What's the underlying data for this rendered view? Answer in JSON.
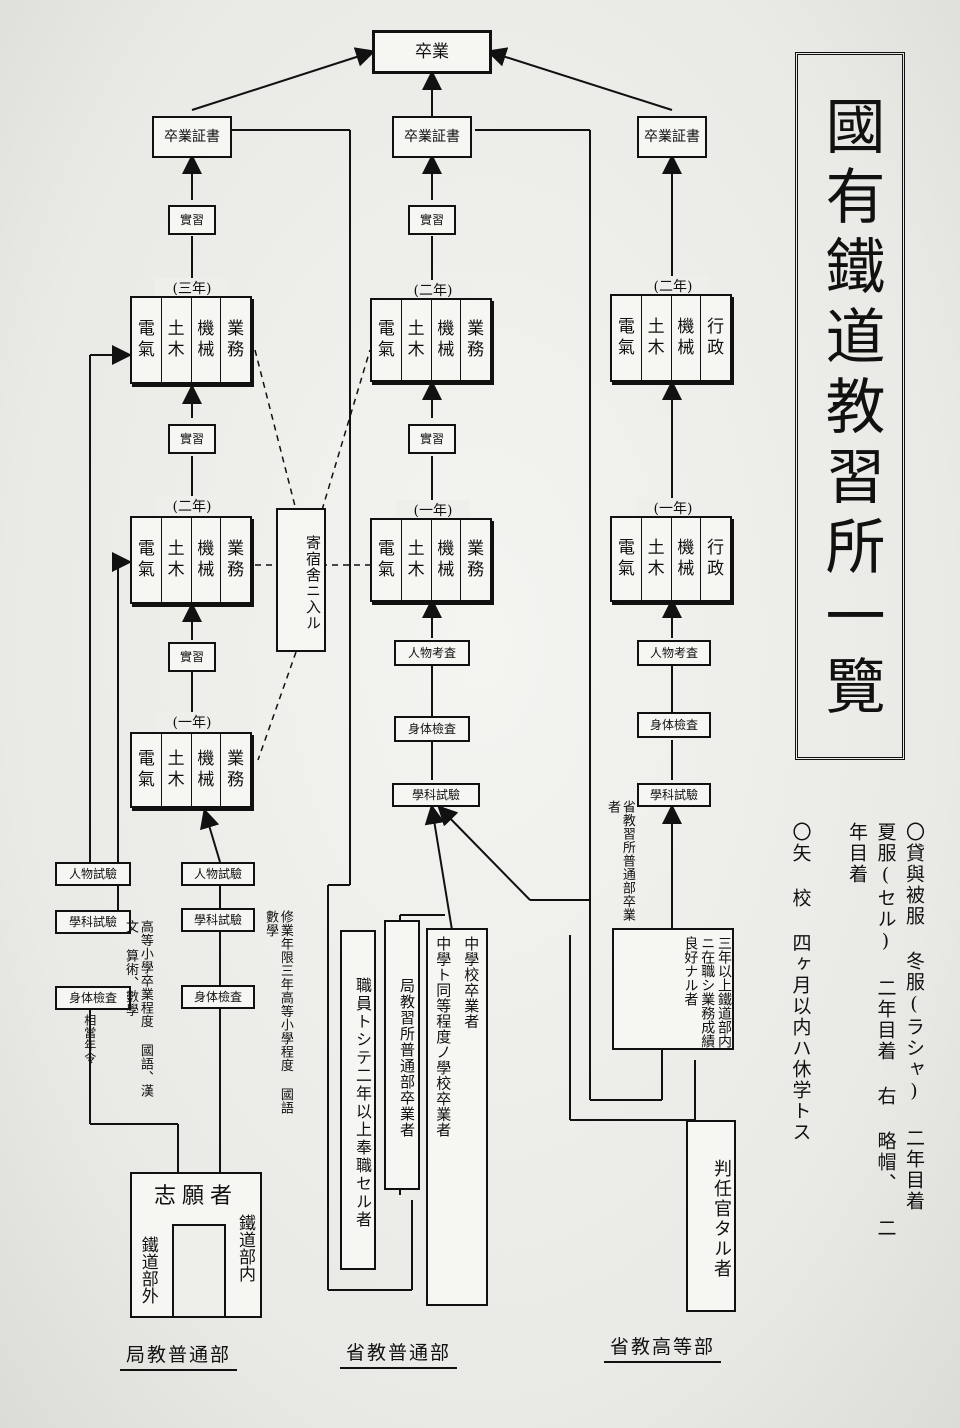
{
  "title": "國有鐵道教習所一覽",
  "graduation": "卒業",
  "certificate": "卒業証書",
  "practice": "實習",
  "year1": "(一年)",
  "year2": "(二年)",
  "year3": "(三年)",
  "subjects_a": [
    {
      "top": "電",
      "bottom": "氣"
    },
    {
      "top": "土",
      "bottom": "木"
    },
    {
      "top": "機",
      "bottom": "械"
    },
    {
      "top": "業",
      "bottom": "務"
    }
  ],
  "subjects_b": [
    {
      "top": "電",
      "bottom": "氣"
    },
    {
      "top": "土",
      "bottom": "木"
    },
    {
      "top": "機",
      "bottom": "械"
    },
    {
      "top": "行",
      "bottom": "政"
    }
  ],
  "dormitory": "寄宿舍ニ入ル",
  "character_exam": "人物試驗",
  "character_check": "人物考査",
  "academic_exam": "學科試驗",
  "physical_exam": "身体檢査",
  "applicant": "志願者",
  "rail_inside": "鐵道部内",
  "rail_outside": "鐵道部外",
  "local_general": "局教普通部",
  "ministry_general": "省教普通部",
  "ministry_higher": "省教高等部",
  "equivalent": "相當年令",
  "left_subjects_note": "高等小學卒業程度 國語、漢文 算術、數學",
  "middle_subjects_note": "修業年限三年高等小學程度 國語 數學",
  "employee_note": "職員トシテ二年以上奉職セル者",
  "local_grad_note": "局教習所普通部卒業者",
  "middle_school_note": "中學校卒業者",
  "middle_equiv_note": "中學ト同等程度ノ學校卒業者",
  "ministry_grad_note": "省教習所普通部卒業者",
  "higher_req_note": "三年以上鐵道部内ニ在職シ業務成績良好ナル者",
  "judge_note": "判任官タル者",
  "notes": [
    "〇貸與被服 冬服(ラシャ) 二年目着 夏服(セル) 二年目着 右 略帽、 二年目着",
    "〇矢 校 四ヶ月以内ハ休学トス"
  ]
}
